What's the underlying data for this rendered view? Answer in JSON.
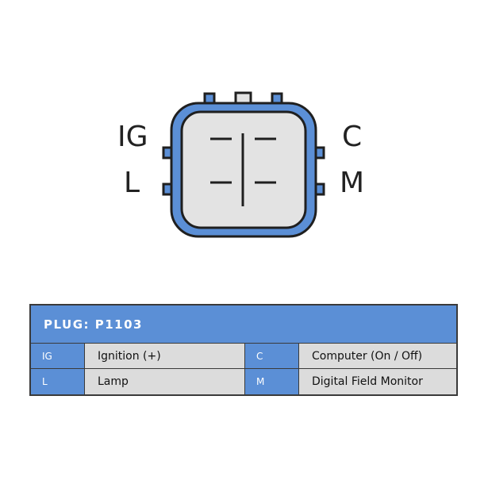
{
  "connector": {
    "pins_left": [
      "IG",
      "L"
    ],
    "pins_right": [
      "C",
      "M"
    ]
  },
  "colors": {
    "accent_blue": "#5b8fd6",
    "connector_body": "#e3e3e3",
    "outline": "#1f1f1f",
    "cell_gray": "#dcdcdc"
  },
  "table": {
    "header": "PLUG: P1103",
    "rows": [
      {
        "code_a": "IG",
        "desc_a": "Ignition (+)",
        "code_b": "C",
        "desc_b": "Computer (On / Off)"
      },
      {
        "code_a": "L",
        "desc_a": "Lamp",
        "code_b": "M",
        "desc_b": "Digital Field Monitor"
      }
    ]
  }
}
